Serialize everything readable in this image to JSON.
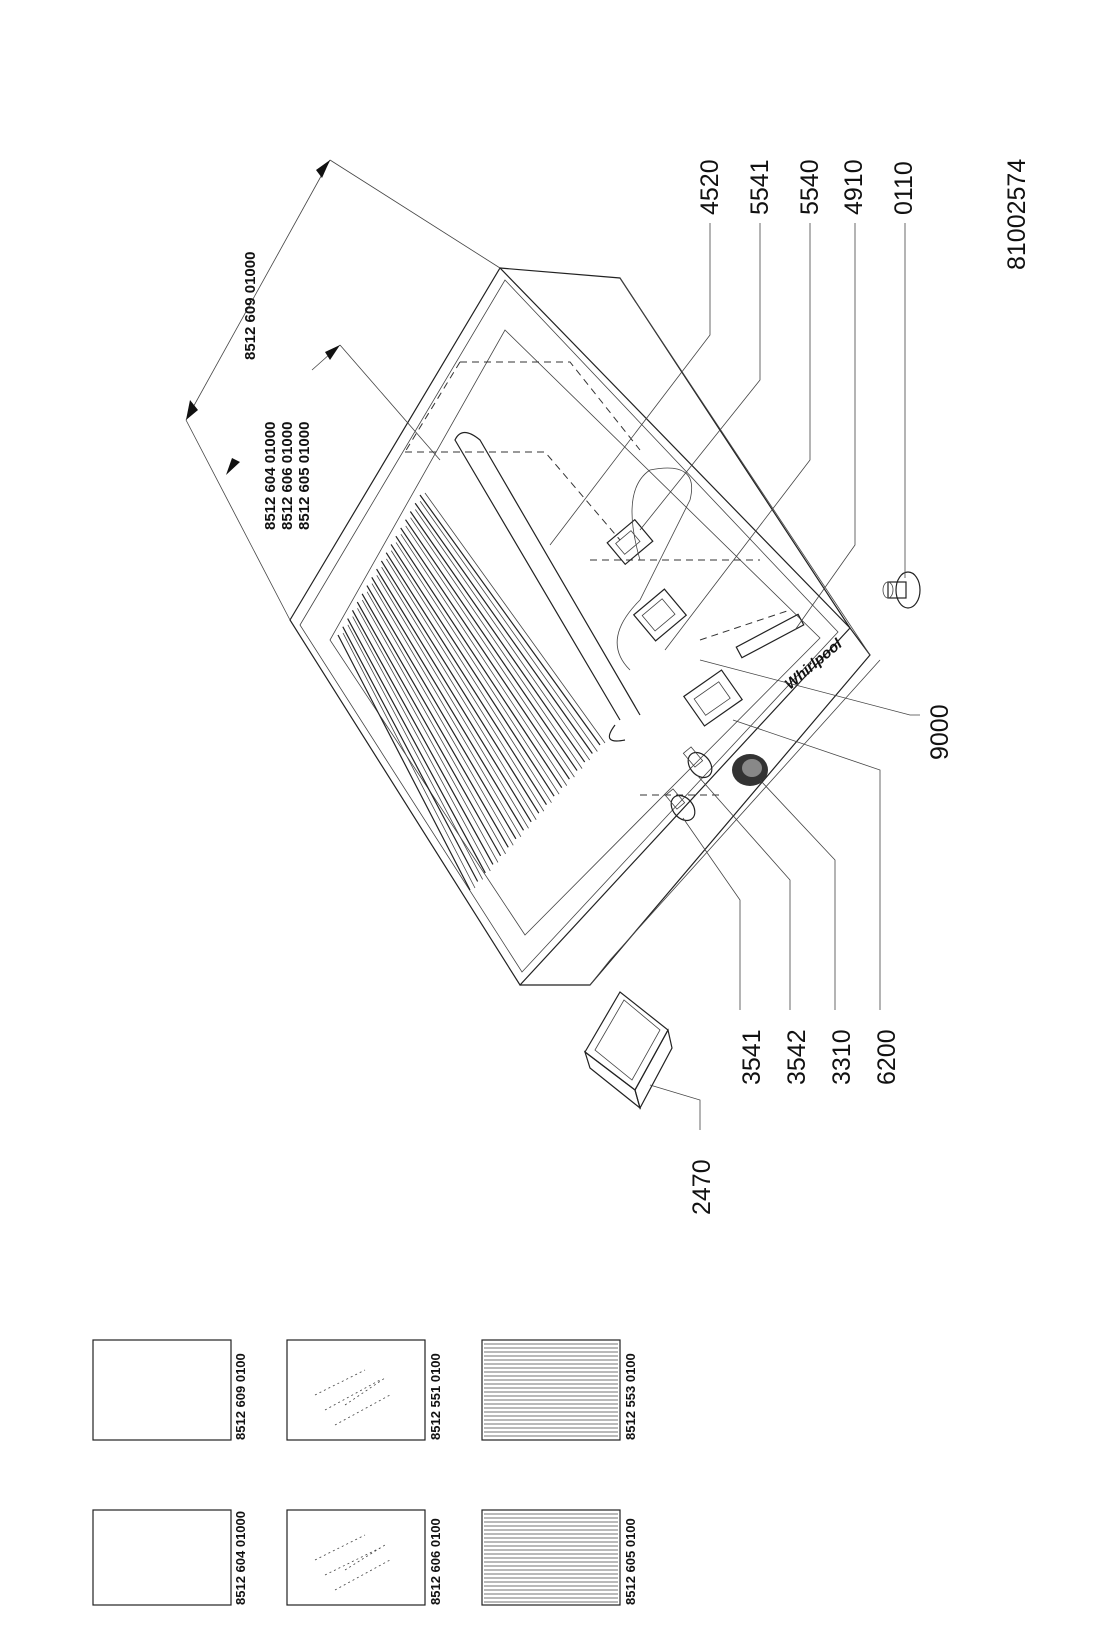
{
  "drawing_number": "81002574",
  "callouts": {
    "c4520": "4520",
    "c5541": "5541",
    "c5540": "5540",
    "c4910": "4910",
    "c0110": "0110",
    "c9000": "9000",
    "c3541": "3541",
    "c3542": "3542",
    "c3310": "3310",
    "c6200": "6200",
    "c2470": "2470"
  },
  "dimension_labels": {
    "outer": "8512 609  01000",
    "inner_1": "8512 604 01000",
    "inner_2": "8512 606 01000",
    "inner_3": "8512 605 01000"
  },
  "brand": "Whirlpool",
  "thumbnails": [
    {
      "label": "8512 604 01000",
      "pattern": "plain"
    },
    {
      "label": "8512 609 0100",
      "pattern": "plain"
    },
    {
      "label": "8512 606 0100",
      "pattern": "speckled"
    },
    {
      "label": "8512 551 0100",
      "pattern": "speckled"
    },
    {
      "label": "8512 605 0100",
      "pattern": "striped"
    },
    {
      "label": "8512 553 0100",
      "pattern": "striped"
    }
  ]
}
